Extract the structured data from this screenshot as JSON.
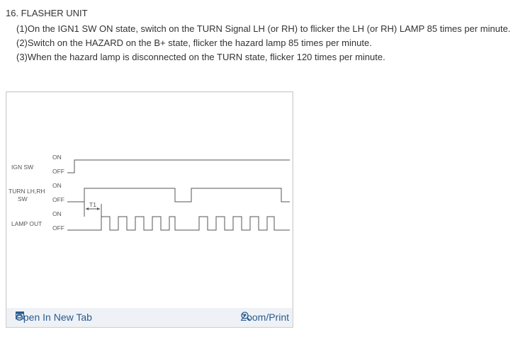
{
  "section": {
    "title": "16. FLASHER UNIT",
    "steps": [
      "(1)On the IGN1 SW ON state, switch on the TURN Signal LH (or RH) to flicker the LH (or RH) LAMP 85 times per minute.",
      "(2)Switch on the HAZARD on the B+ state, flicker the hazard lamp 85 times per minute.",
      "(3)When the hazard lamp is disconnected on the TURN state, flicker 120 times per minute."
    ]
  },
  "diagram": {
    "signals": [
      {
        "label_line1": "IGN SW",
        "label_line2": "",
        "on_label": "ON",
        "off_label": "OFF"
      },
      {
        "label_line1": "TURN LH,RH",
        "label_line2": "SW",
        "on_label": "ON",
        "off_label": "OFF"
      },
      {
        "label_line1": "LAMP OUT",
        "label_line2": "",
        "on_label": "ON",
        "off_label": "OFF"
      }
    ],
    "timing_label": "T1"
  },
  "toolbar": {
    "open_label": "Open In New Tab",
    "zoom_label": "Zoom/Print",
    "open_icon": "new-tab-icon",
    "zoom_icon": "zoom-in-icon"
  },
  "colors": {
    "link": "#2a5a8e",
    "toolbar_bg": "#eef2f7",
    "waveform": "#555555"
  }
}
